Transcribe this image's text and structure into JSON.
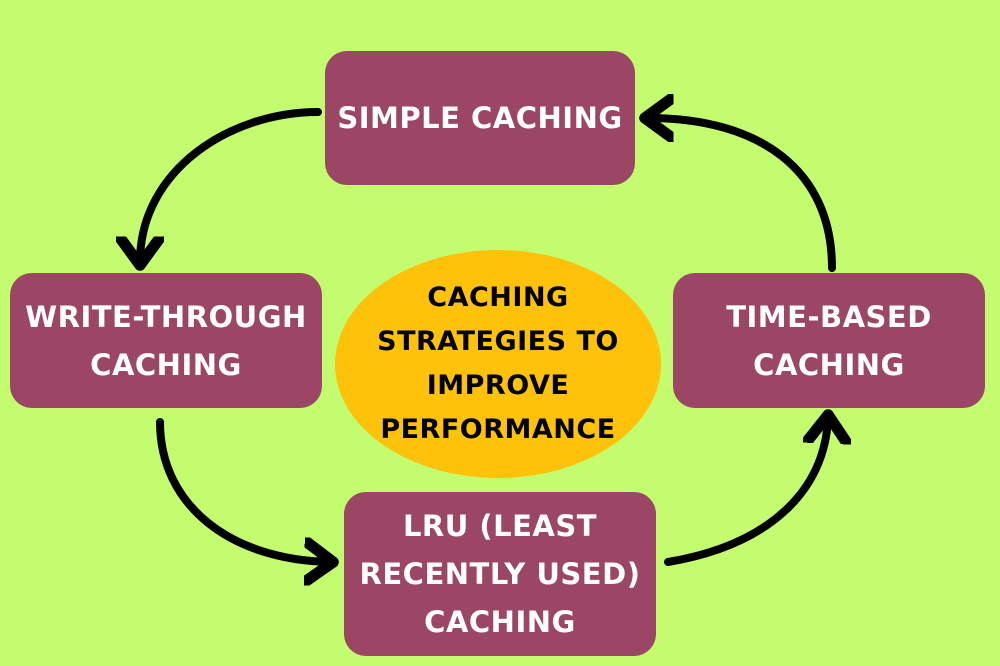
{
  "colors": {
    "background": "#c3fd6f",
    "box_fill": "#9b4665",
    "box_text": "#ffffff",
    "center_fill": "#fec20a",
    "center_text": "#000000",
    "arrow": "#000000"
  },
  "center": {
    "label": "CACHING STRATEGIES TO IMPROVE PERFORMANCE"
  },
  "nodes": {
    "simple": {
      "label": "SIMPLE CACHING"
    },
    "write_through": {
      "label": "WRITE-THROUGH CACHING"
    },
    "time_based": {
      "label": "TIME-BASED CACHING"
    },
    "lru": {
      "label": "LRU (LEAST RECENTLY USED) CACHING"
    }
  },
  "edges": [
    {
      "from": "simple",
      "to": "write_through"
    },
    {
      "from": "write_through",
      "to": "lru"
    },
    {
      "from": "lru",
      "to": "time_based"
    },
    {
      "from": "time_based",
      "to": "simple"
    }
  ]
}
